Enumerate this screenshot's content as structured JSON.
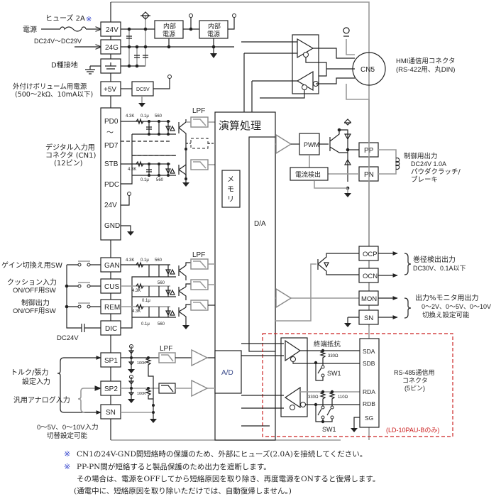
{
  "power": {
    "fuse_label": "ヒューズ 2A",
    "fuse_mark": "※",
    "source_label": "電源",
    "voltage_range": "DC24V〜DC29V",
    "ground_label": "D種接地",
    "internal_supply_1": [
      "内部",
      "電源"
    ],
    "internal_supply_2": [
      "内部",
      "電源"
    ],
    "volume_supply_label": [
      "外付けボリューム用電源",
      "(500〜2kΩ、10mA以下)"
    ],
    "dc5v_label": "DC5V"
  },
  "terminals": {
    "t24v": "24V",
    "t24g": "24G",
    "tplus5v": "+5V",
    "cn1": [
      "PD0",
      "〜",
      "PD7",
      "STB",
      "PDC",
      "24V",
      "GND"
    ],
    "gan": "GAN",
    "cus": "CUS",
    "rem": "REM",
    "dic": "DIC",
    "sp1": "SP1",
    "sp2": "SP2",
    "sn_in": "SN",
    "pp": "PP",
    "pn": "PN",
    "ocp": "OCP",
    "ocn": "OCN",
    "mon": "MON",
    "sn_out": "SN",
    "rs485": [
      "SDA",
      "SDB",
      "RDA",
      "RDB",
      "SG"
    ]
  },
  "labels": {
    "digital_input": [
      "デジタル入力用",
      "コネクタ (CN1)",
      "(12ピン)"
    ],
    "gain_sw": "ゲイン切換え用SW",
    "cushion_sw": [
      "クッション入力",
      "ON/OFF用SW"
    ],
    "control_sw": [
      "制御出力",
      "ON/OFF用SW"
    ],
    "dc24v": "DC24V",
    "torque_input": [
      "トルク/張力",
      "設定入力"
    ],
    "analog_input": "汎用アナログ入力",
    "input_range": [
      "0〜5V、0〜10V入力",
      "切替設定可能"
    ],
    "hmi": [
      "HMI通信用コネクタ",
      "(RS-422用、丸DIN)"
    ],
    "cn5": "CN5",
    "control_output": [
      "制御用出力",
      "DC24V 1.0A",
      "パウダクラッチ/",
      "ブレーキ"
    ],
    "diameter_output": [
      "巻径検出出力",
      "DC30V、0.1A以下"
    ],
    "monitor_output": [
      "出力%モニタ用出力",
      "0〜2V、0〜5V、0〜10V",
      "切換え設定可能"
    ],
    "rs485": [
      "RS-485通信用",
      "コネクタ",
      "(5ピン)"
    ],
    "rs485_only": "(LD-10PAU-Bのみ)",
    "termination": "終端抵抗",
    "sw1": "SW1",
    "r330": "330Ω",
    "r110": "110Ω"
  },
  "blocks": {
    "cpu": "演算処理",
    "memory": [
      "メ",
      "モ",
      "リ"
    ],
    "da": "D/A",
    "ad": "A/D",
    "pwm": "PWM",
    "current_detect": "電流検出",
    "lpf": "LPF"
  },
  "components": {
    "r_in": "4.3K",
    "c_in": "0.1μ",
    "r_pd": "560",
    "r_100k": "100K"
  },
  "notes": [
    {
      "mark": "※",
      "text": "CN1の24V-GND間短絡時の保護のため、外部にヒューズ(2.0A)を接続してください。"
    },
    {
      "mark": "※",
      "text": "PP-PN間が短絡すると製品保護のため出力を遮断します。"
    },
    {
      "mark": "",
      "text": "その場合は、電源をOFFしてから短絡原因を取り除き、再度電源をONすると復帰します。"
    },
    {
      "mark": "",
      "text": "(通電中に、短絡原因を取り除いただけでは、自動復帰しません。)"
    }
  ],
  "colors": {
    "accent_blue": "#3344cc",
    "dashed_red": "#cc2222",
    "wire_gray": "#999999"
  }
}
